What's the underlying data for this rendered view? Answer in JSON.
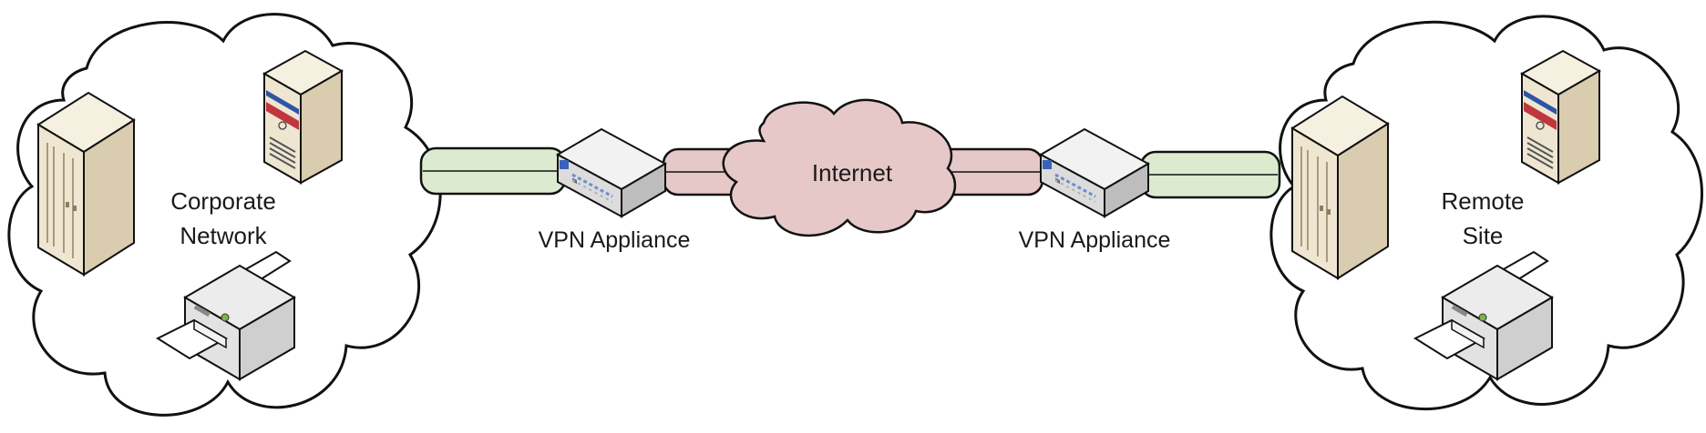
{
  "diagram": {
    "left_site": {
      "line1": "Corporate",
      "line2": "Network"
    },
    "right_site": {
      "line1": "Remote",
      "line2": "Site"
    },
    "left_vpn_label": "VPN Appliance",
    "right_vpn_label": "VPN Appliance",
    "internet_label": "Internet"
  },
  "colors": {
    "outline": "#111111",
    "tunnel_local": "#dcebd0",
    "tunnel_internet": "#e6c8c8",
    "server_body": "#efe6d2",
    "server_side": "#d9ccaf",
    "printer_body": "#e6e6e6"
  },
  "icons": [
    "server-tower-icon",
    "server-small-icon",
    "printer-icon",
    "vpn-appliance-icon",
    "internet-cloud"
  ]
}
